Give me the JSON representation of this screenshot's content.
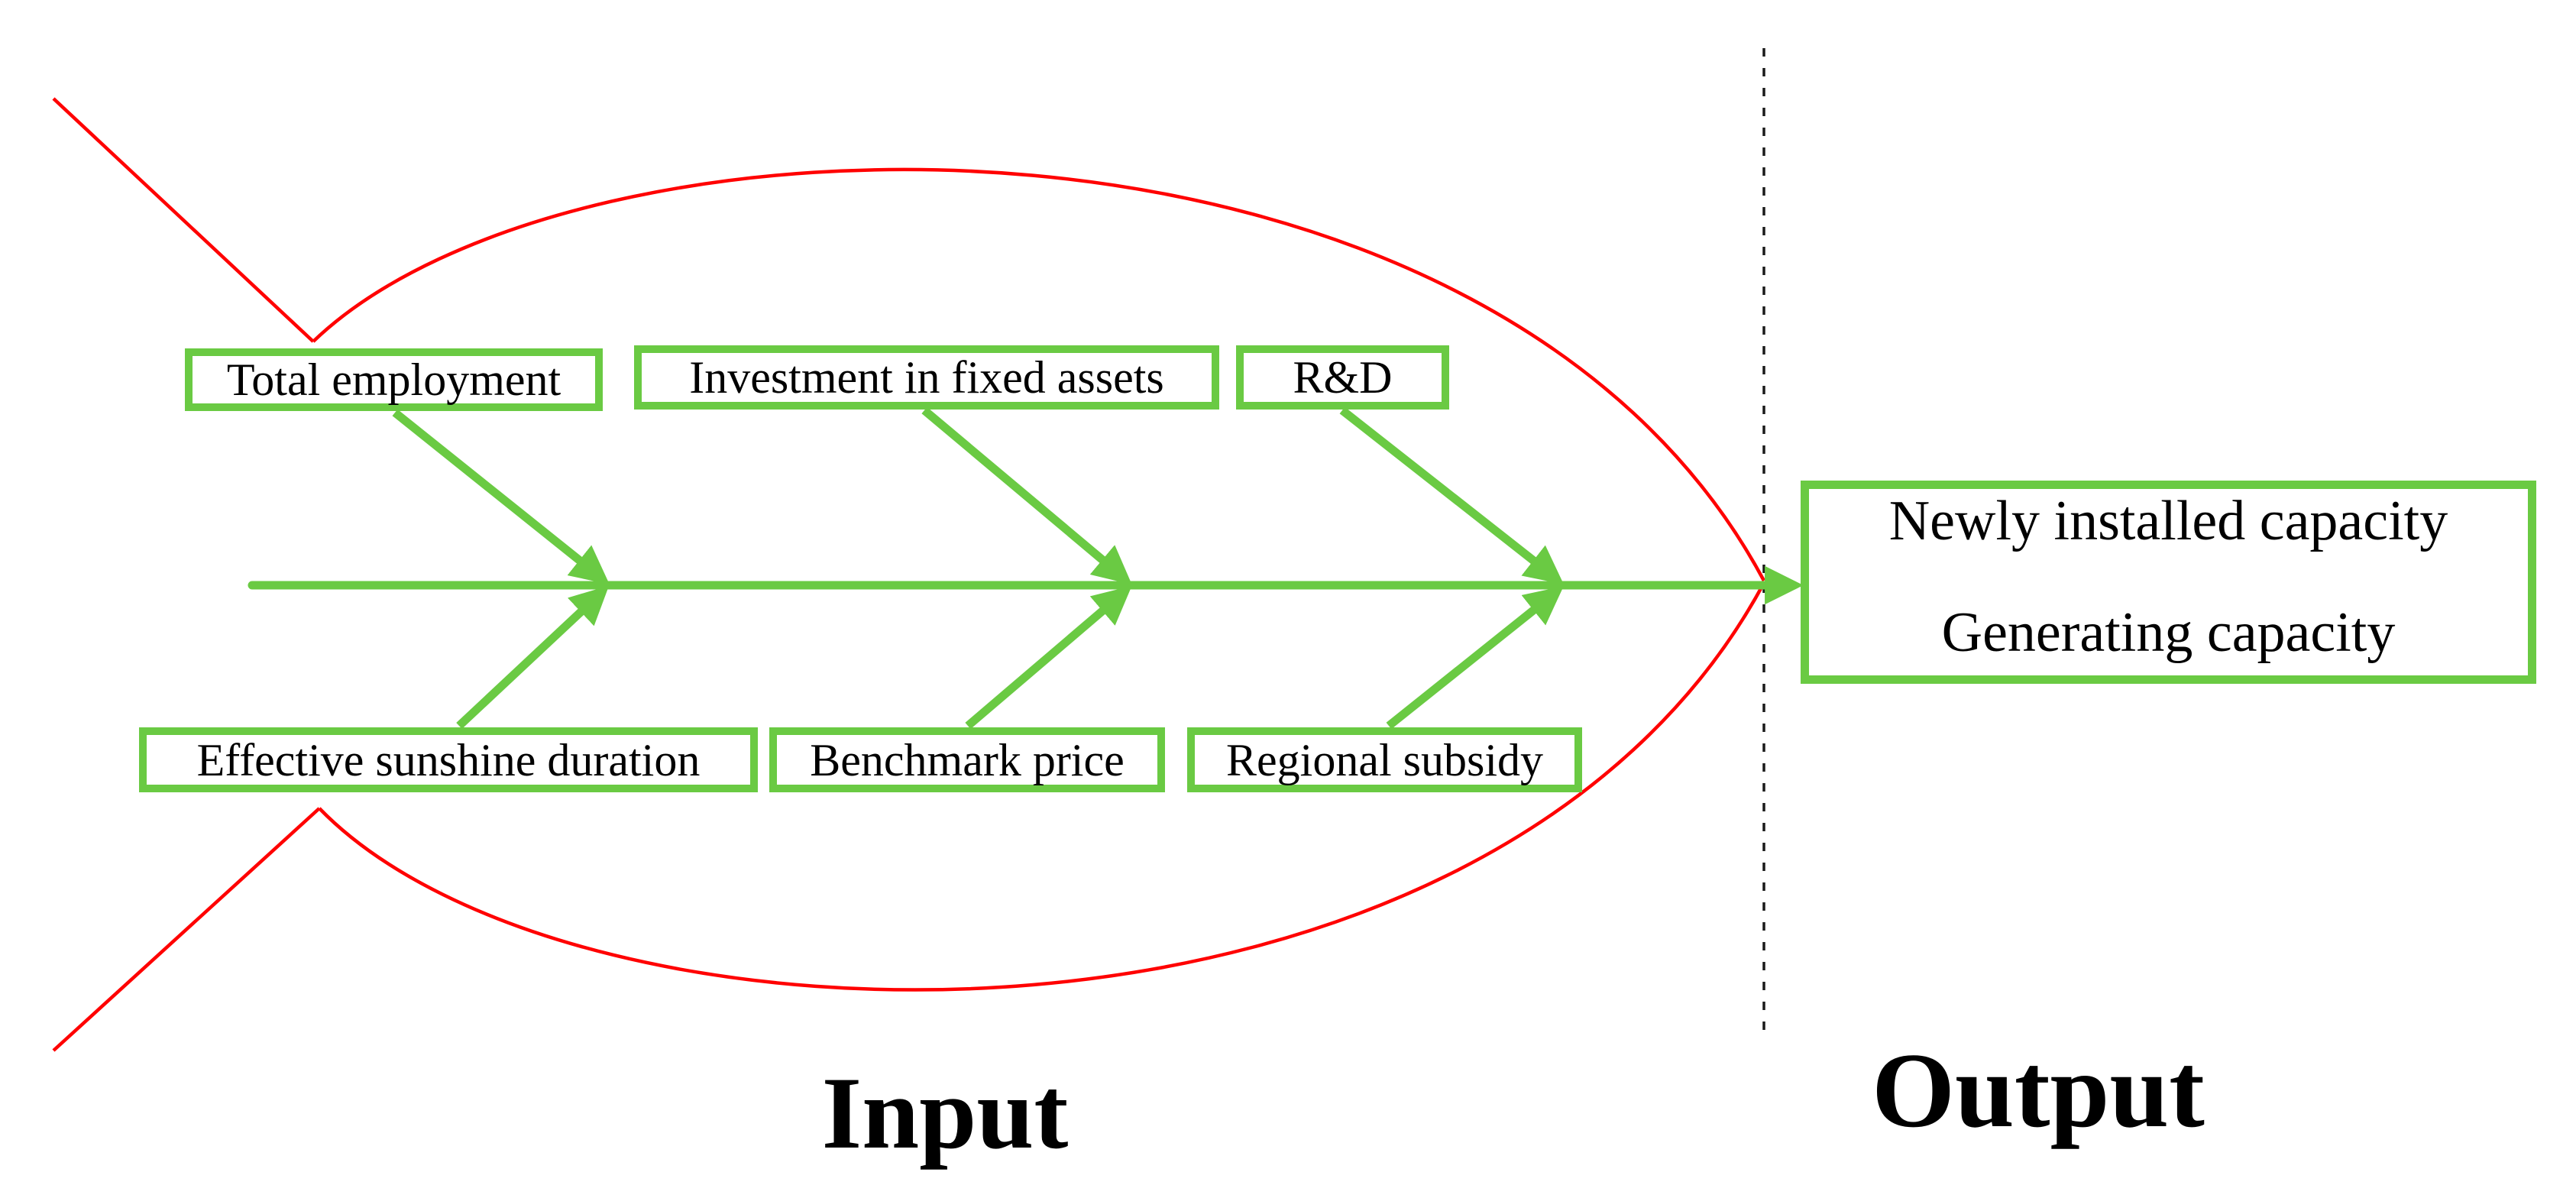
{
  "diagram": {
    "type": "fishbone-input-output",
    "input_section_label": "Input",
    "output_section_label": "Output",
    "top_factors": [
      "Total employment",
      "Investment in fixed assets",
      "R&D"
    ],
    "bottom_factors": [
      "Effective sunshine duration",
      "Benchmark price",
      "Regional subsidy"
    ],
    "outputs": [
      "Newly installed capacity",
      "Generating capacity"
    ],
    "colors": {
      "branch_green": "#6aca43",
      "fish_body_red": "#ff0000",
      "divider_dash": "#1a1a1a",
      "text": "#000000",
      "background": "#ffffff"
    }
  }
}
